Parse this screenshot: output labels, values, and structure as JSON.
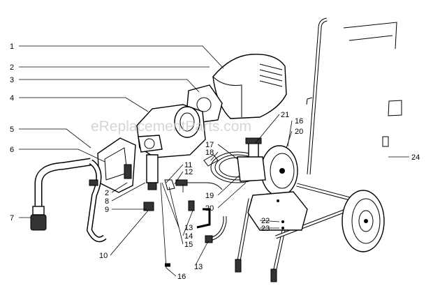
{
  "watermark": "eReplacementParts.com",
  "callouts": {
    "c1": "1",
    "c2a": "2",
    "c3": "3",
    "c4": "4",
    "c5": "5",
    "c6": "6",
    "c7": "7",
    "c2b": "2",
    "c8": "8",
    "c9": "9",
    "c10": "10",
    "c11": "11",
    "c12": "12",
    "c13a": "13",
    "c14": "14",
    "c15": "15",
    "c13b": "13",
    "c16a": "16",
    "c17": "17",
    "c18": "18",
    "c21": "21",
    "c16b": "16",
    "c20a": "20",
    "c19": "19",
    "c20b": "20",
    "c22": "22",
    "c23": "23",
    "c24": "24"
  }
}
